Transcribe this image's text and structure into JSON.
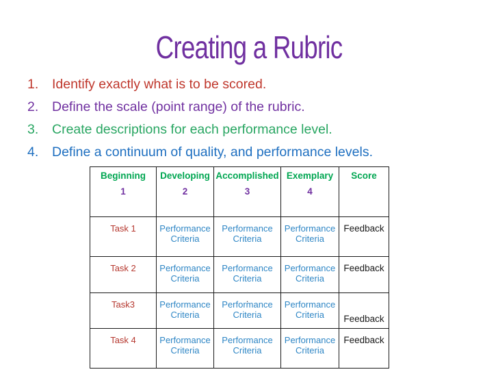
{
  "slide": {
    "title": "Creating a Rubric",
    "steps": [
      {
        "num": "1.",
        "text": "Identify exactly what is to be scored.",
        "color": "#bf362b"
      },
      {
        "num": "2.",
        "text": "Define the scale (point range) of the rubric.",
        "color": "#7030a0"
      },
      {
        "num": "3.",
        "text": "Create descriptions for each performance level.",
        "color": "#29a662"
      },
      {
        "num": "4.",
        "text": "Define a continuum of quality, and performance levels.",
        "color": "#1e6fc0"
      }
    ],
    "table": {
      "headers": [
        {
          "label": "Beginning",
          "points": "1"
        },
        {
          "label": "Developing",
          "points": "2"
        },
        {
          "label": "Accomplished",
          "points": "3"
        },
        {
          "label": "Exemplary",
          "points": "4"
        },
        {
          "label": "Score",
          "points": ""
        }
      ],
      "rows": [
        {
          "task": "Task 1",
          "cells": [
            "Performance Criteria",
            "Performance Criteria",
            "Performance Criteria"
          ],
          "score": "Feedback",
          "note": ""
        },
        {
          "task": "Task 2",
          "cells": [
            "Performance Criteria",
            "Performance Criteria",
            "Performance Criteria"
          ],
          "score": "Feedback",
          "note": ""
        },
        {
          "task": "Task3",
          "cells": [
            "Performance Criteria",
            "Performance Criteria",
            "Performance Criteria"
          ],
          "score": "Feedback",
          "note": "."
        },
        {
          "task": "Task 4",
          "cells": [
            "Performance Criteria",
            "Performance Criteria",
            "Performance Criteria"
          ],
          "score": "Feedback",
          "note": ""
        }
      ]
    },
    "colors": {
      "title": "#7030a0",
      "header_label": "#00a651",
      "header_points": "#7030a0",
      "task": "#b5372e",
      "criteria": "#2e86c5",
      "feedback": "#1a1a1a",
      "table_border": "#1a1a1a",
      "background": "#ffffff"
    }
  }
}
